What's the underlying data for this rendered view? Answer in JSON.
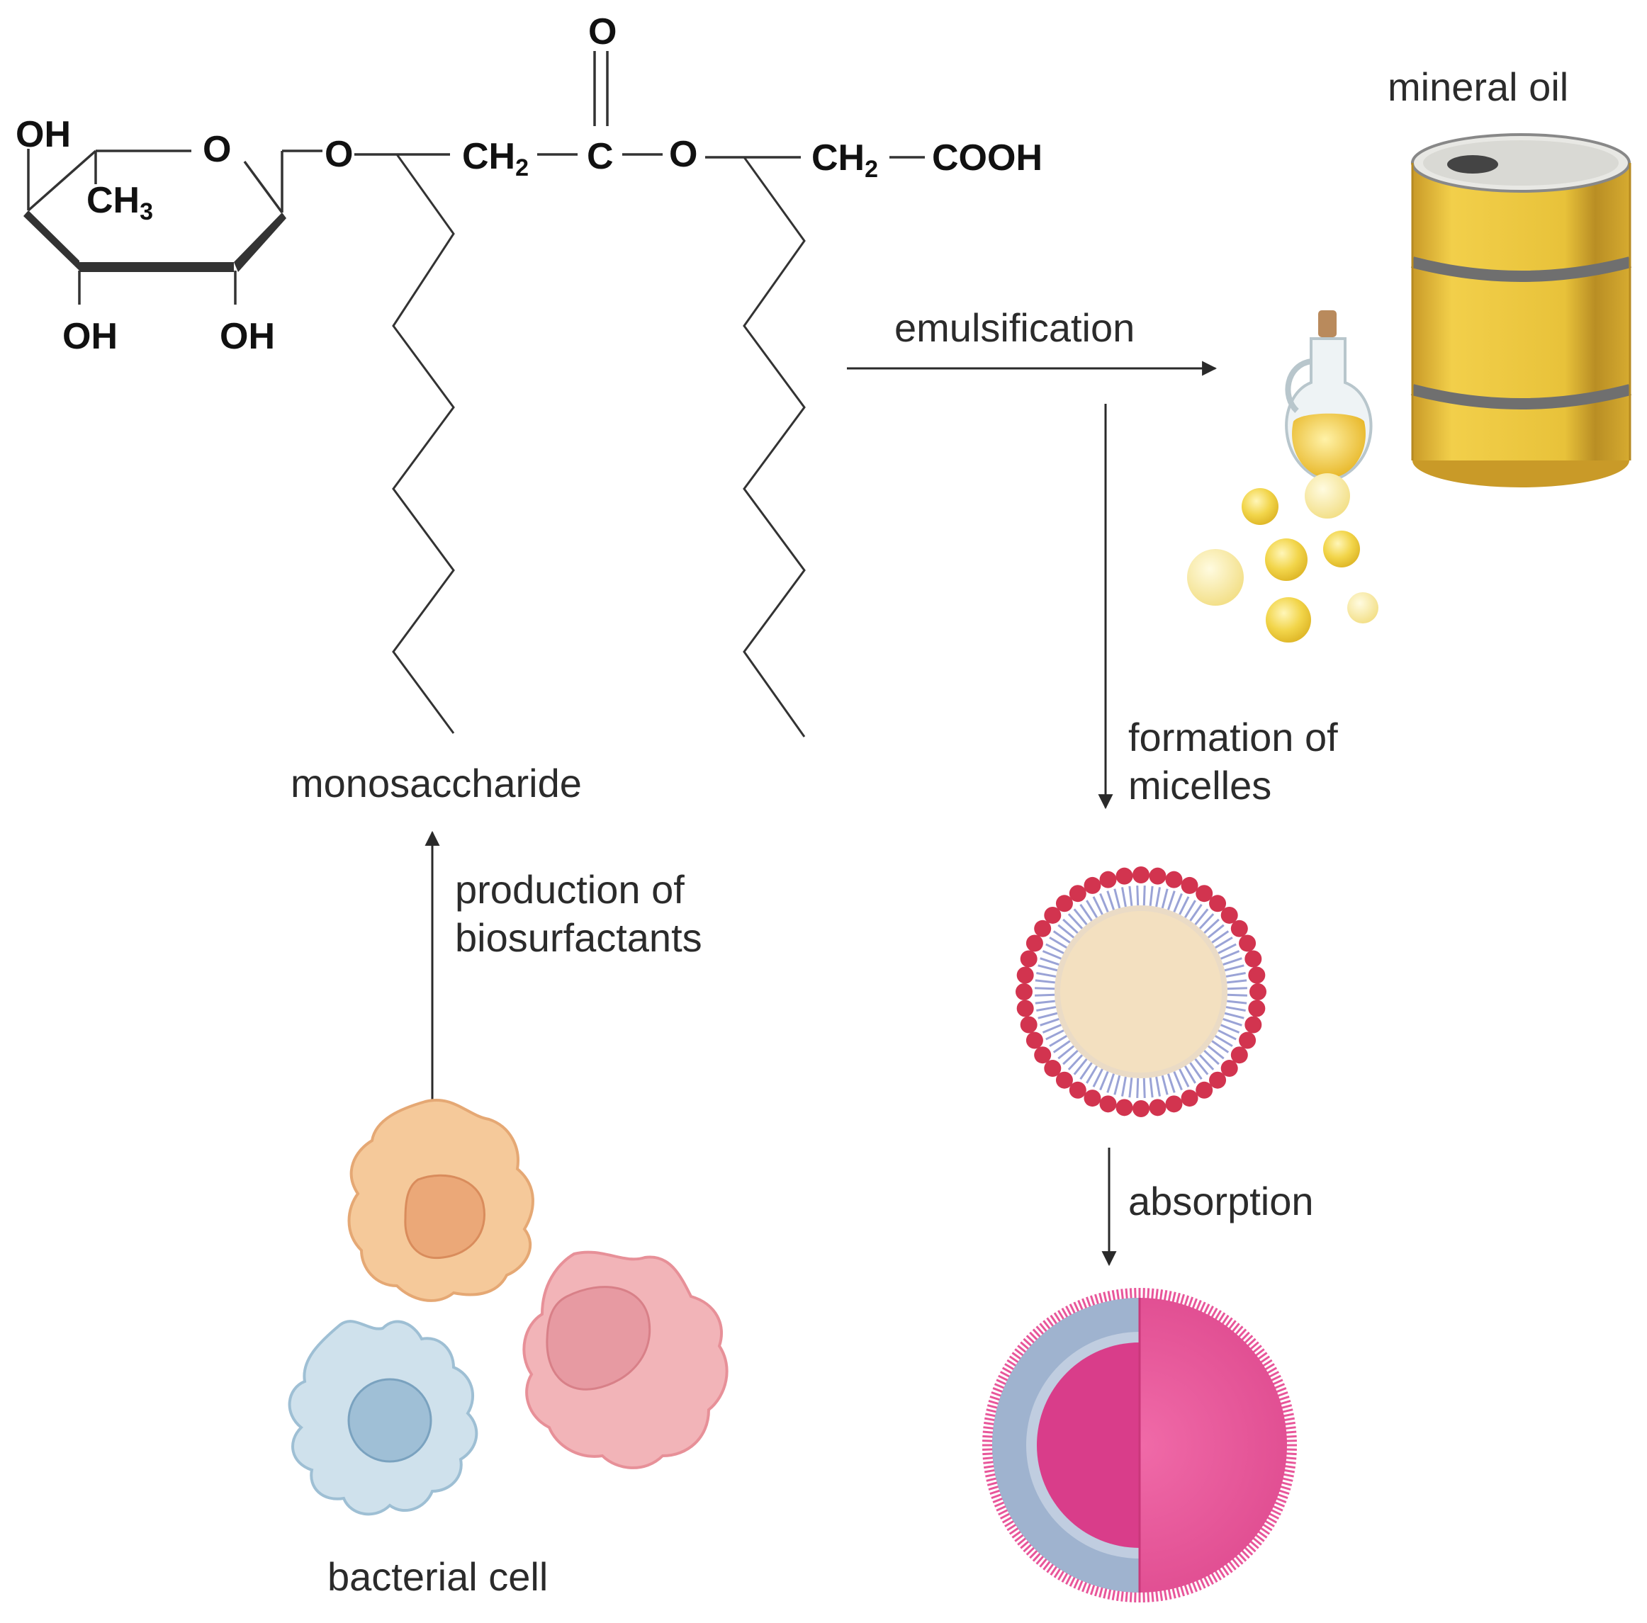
{
  "labels": {
    "monosaccharide": "monosaccharide",
    "production": [
      "production of",
      "biosurfactants"
    ],
    "bacterial_cell": "bacterial cell",
    "emulsification": "emulsification",
    "mineral_oil": "mineral oil",
    "formation": [
      "formation of",
      "micelles"
    ],
    "absorption": "absorption"
  },
  "chemistry": {
    "oh_top": "OH",
    "ring_o": "O",
    "ch3": "CH",
    "ch3_sub": "3",
    "oh_left": "OH",
    "oh_right": "OH",
    "o_link1": "O",
    "ch2_a": "CH",
    "ch2_a_sub": "2",
    "carbon": "C",
    "carbonyl_o": "O",
    "o_link2": "O",
    "ch2_b": "CH",
    "ch2_b_sub": "2",
    "cooh": "COOH"
  },
  "colors": {
    "barrel": "#e8c23a",
    "barrel_shade": "#b8902a",
    "micelle_head": "#d2344f",
    "micelle_core": "#f3e0c0",
    "cell_orange": "#f5c99a",
    "cell_pink": "#f2b4b8",
    "cell_blue": "#cfe1ec",
    "vesicle_pink": "#e9559a",
    "vesicle_blue": "#9fb3cf"
  }
}
